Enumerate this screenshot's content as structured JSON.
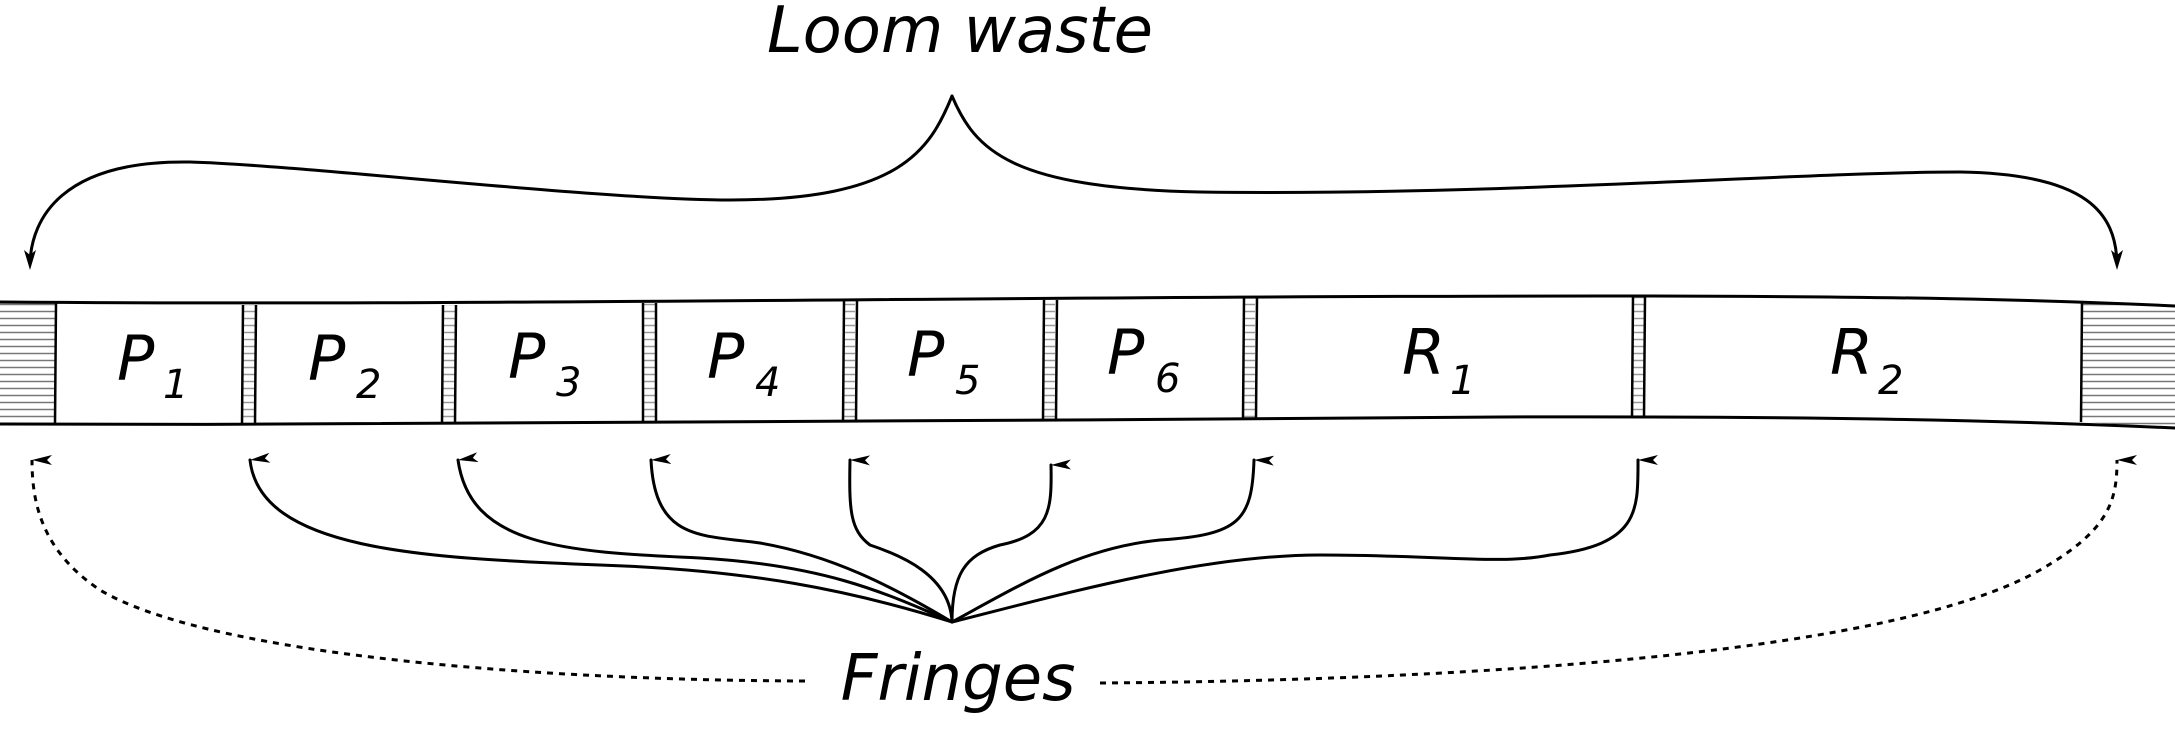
{
  "diagram": {
    "top_label": "Loom waste",
    "bottom_label": "Fringes",
    "colors": {
      "ink": "#000000",
      "background": "#ffffff",
      "hatch": "#777777"
    },
    "segments": [
      {
        "id": "P1",
        "letter": "P",
        "index": "1"
      },
      {
        "id": "P2",
        "letter": "P",
        "index": "2"
      },
      {
        "id": "P3",
        "letter": "P",
        "index": "3"
      },
      {
        "id": "P4",
        "letter": "P",
        "index": "4"
      },
      {
        "id": "P5",
        "letter": "P",
        "index": "5"
      },
      {
        "id": "P6",
        "letter": "P",
        "index": "6"
      },
      {
        "id": "R1",
        "letter": "R",
        "index": "1"
      },
      {
        "id": "R2",
        "letter": "R",
        "index": "2"
      }
    ],
    "loom_waste_targets": [
      "left-end",
      "right-end"
    ],
    "fringe_targets": [
      "left-end",
      "P1|P2",
      "P2|P3",
      "P3|P4",
      "P4|P5",
      "P5|P6",
      "P6|R1",
      "R1|R2",
      "right-end"
    ]
  }
}
